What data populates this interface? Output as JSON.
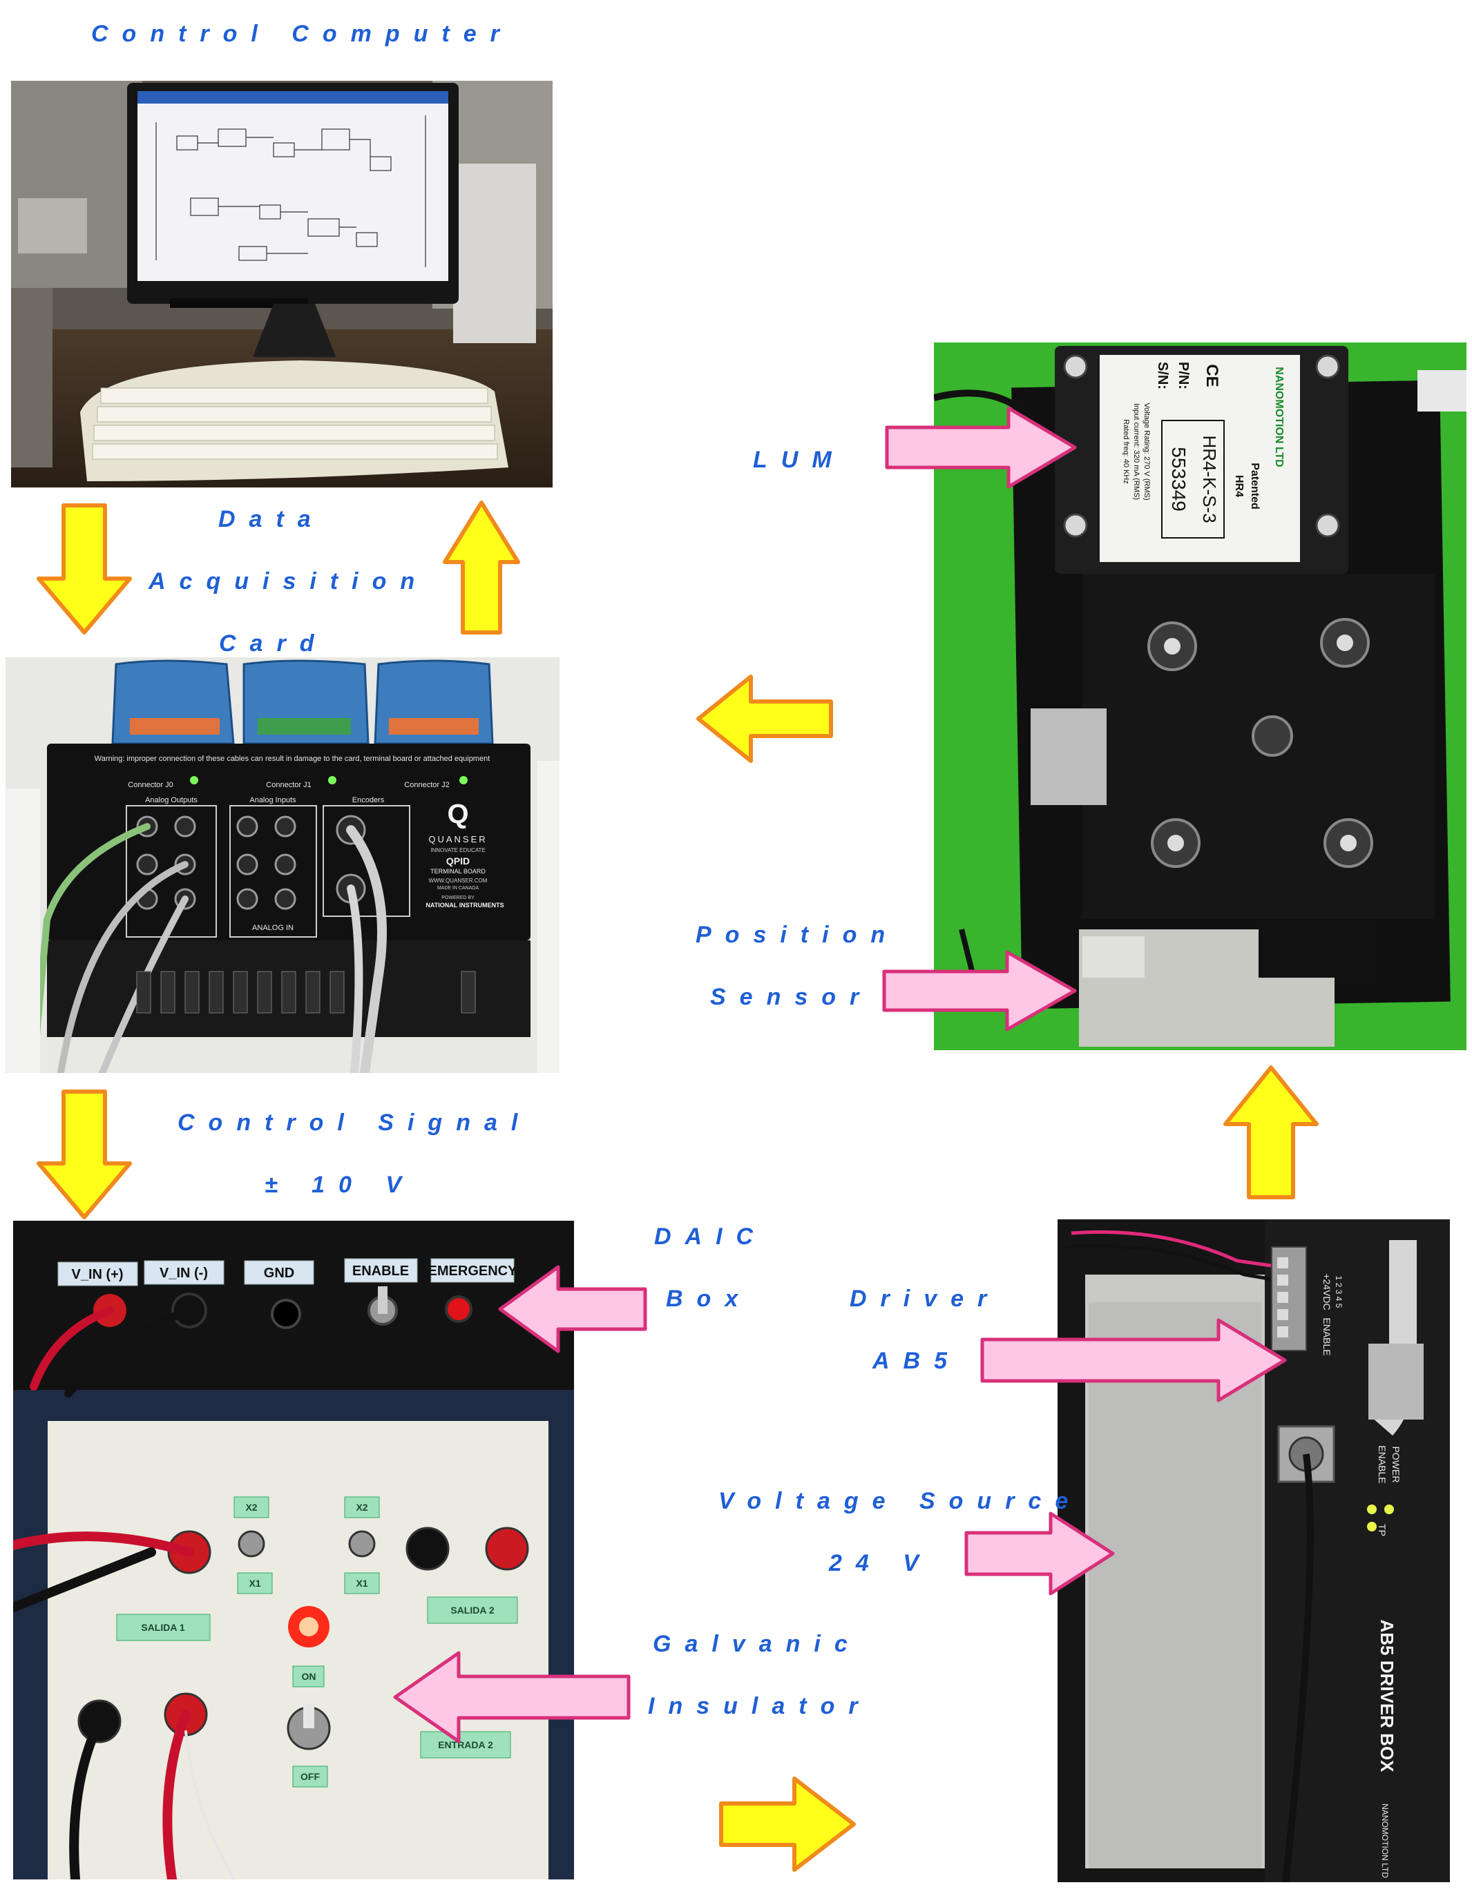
{
  "labels": {
    "control_computer": "Control Computer",
    "data_acq_1": "Data",
    "data_acq_2": "Acquisition",
    "data_acq_3": "Card",
    "control_signal_1": "Control Signal",
    "control_signal_2": "± 10 V",
    "daic_1": "DAIC",
    "daic_2": "Box",
    "driver_1": "Driver",
    "driver_2": "AB5",
    "voltage_1": "Voltage Source",
    "voltage_2": "24 V",
    "galvanic_1": "Galvanic",
    "galvanic_2": "Insulator",
    "lum": "LUM",
    "position_1": "Position",
    "position_2": "Sensor"
  },
  "qpid_board": {
    "warning": "Warning: improper connection of these cables can result in damage to the card, terminal board or attached equipment",
    "connector_j0": "Connector J0",
    "connector_j1": "Connector J1",
    "connector_j2": "Connector J2",
    "analog_outputs": "Analog Outputs",
    "analog_inputs": "Analog Inputs",
    "encoders": "Encoders",
    "brand": "QUANSER",
    "tagline": "INNOVATE  EDUCATE",
    "model": "QPID",
    "subtitle": "TERMINAL BOARD",
    "url": "WWW.QUANSER.COM",
    "made_in": "MADE IN CANADA",
    "powered_by": "POWERED BY",
    "partner": "NATIONAL INSTRUMENTS",
    "analog_in": "ANALOG IN"
  },
  "daic_box": {
    "v_in_pos": "V_IN (+)",
    "v_in_neg": "V_IN (-)",
    "gnd": "GND",
    "enable": "ENABLE",
    "emergency": "EMERGENCY",
    "x2_a": "X2",
    "x2_b": "X2",
    "x1_a": "X1",
    "x1_b": "X1",
    "salida_1": "SALIDA 1",
    "salida_2": "SALIDA 2",
    "on": "ON",
    "off": "OFF",
    "entrada_2": "ENTRADA 2"
  },
  "motor_label": {
    "brand": "NANOMOTION LTD",
    "pn_label": "P/N:",
    "sn_label": "S/N:",
    "patented": "Patented",
    "model": "HR4",
    "part_number": "HR4-K-S-3",
    "serial": "553349",
    "spec_1": "Voltage Rating: 270 V (RMS)",
    "spec_2": "Input current: 320 mA (RMS)",
    "spec_3": "Rated freq: 40 KHz",
    "ce": "CE"
  },
  "driver_box": {
    "title": "AB5 DRIVER BOX",
    "supply": "+24VDC",
    "terminals": "1 2 3 4 5",
    "enable_label": "ENABLE",
    "power": "POWER",
    "enable": "ENABLE",
    "tp": "TP",
    "brand": "NANOMOTION LTD"
  },
  "colors": {
    "label_blue": "#1f5fd6",
    "yellow_arrow": "#ffff1a",
    "orange_outline": "#f08a1c",
    "pink_arrow": "#ffc7e6",
    "pink_outline": "#d8307a",
    "green_mat": "#38b52c"
  }
}
